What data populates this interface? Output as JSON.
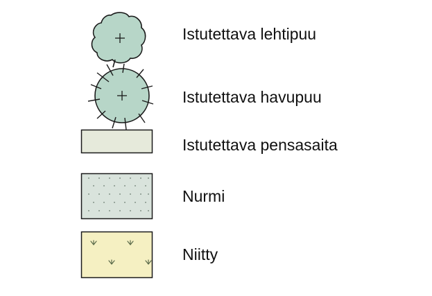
{
  "legend": {
    "items": [
      {
        "key": "deciduous-tree",
        "label": "Istutettava lehtipuu"
      },
      {
        "key": "conifer-tree",
        "label": "Istutettava havupuu"
      },
      {
        "key": "hedge",
        "label": "Istutettava pensasaita"
      },
      {
        "key": "lawn",
        "label": "Nurmi"
      },
      {
        "key": "meadow",
        "label": "Niitty"
      }
    ]
  },
  "colors": {
    "tree_fill": "#b7d6c8",
    "hedge_fill": "#e6eadb",
    "lawn_fill": "#d9e3dc",
    "meadow_fill": "#f5f0c2",
    "outline": "#1a1a1a",
    "text": "#111111"
  },
  "icons": {
    "deciduous_tree": "deciduous-tree-icon",
    "conifer_tree": "conifer-tree-icon",
    "hedge": "hedge-swatch",
    "lawn": "lawn-swatch",
    "meadow": "meadow-swatch"
  }
}
